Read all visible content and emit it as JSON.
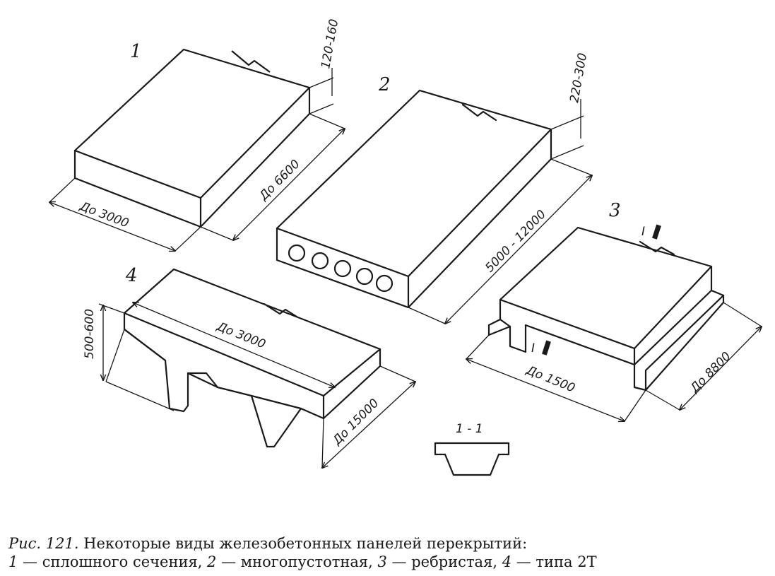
{
  "figure": {
    "panels": [
      {
        "number": "1",
        "dims": {
          "thickness": "120-160",
          "width": "До 3000",
          "length": "До 6600"
        }
      },
      {
        "number": "2",
        "dims": {
          "thickness": "220-300",
          "length": "5000 - 12000"
        }
      },
      {
        "number": "3",
        "dims": {
          "width": "До 1500",
          "length": "До 8800"
        },
        "section_mark": "I"
      },
      {
        "number": "4",
        "dims": {
          "height": "500-600",
          "width": "До 3000",
          "length": "До 15000"
        }
      }
    ],
    "section_label": "1 - 1"
  },
  "caption": {
    "prefix": "Рис. 121.",
    "title": " Некоторые виды железобетонных панелей перекрытий:",
    "items": [
      {
        "n": "1",
        "text": " — сплошного сечения, "
      },
      {
        "n": "2",
        "text": " — многопустотная, "
      },
      {
        "n": "3",
        "text": " — ребристая, "
      },
      {
        "n": "4",
        "text": " — типа 2Т"
      }
    ]
  }
}
